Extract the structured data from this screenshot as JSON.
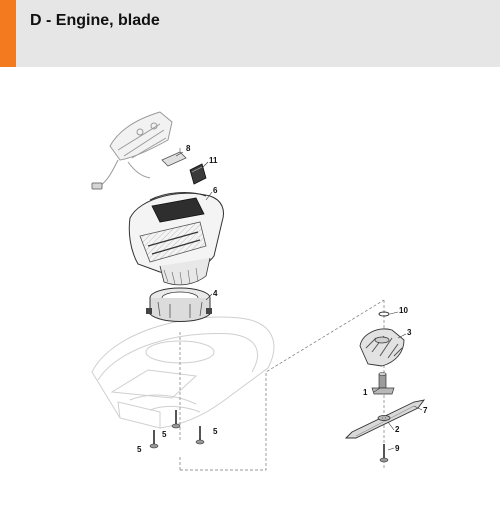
{
  "header": {
    "title": "D - Engine, blade",
    "accent_color": "#f37a1f",
    "background_color": "#e6e6e6"
  },
  "diagram": {
    "parts": [
      {
        "number": "1"
      },
      {
        "number": "2"
      },
      {
        "number": "3"
      },
      {
        "number": "4"
      },
      {
        "number": "5"
      },
      {
        "number": "5"
      },
      {
        "number": "5"
      },
      {
        "number": "6"
      },
      {
        "number": "7"
      },
      {
        "number": "8"
      },
      {
        "number": "9"
      },
      {
        "number": "10"
      },
      {
        "number": "11"
      }
    ]
  }
}
